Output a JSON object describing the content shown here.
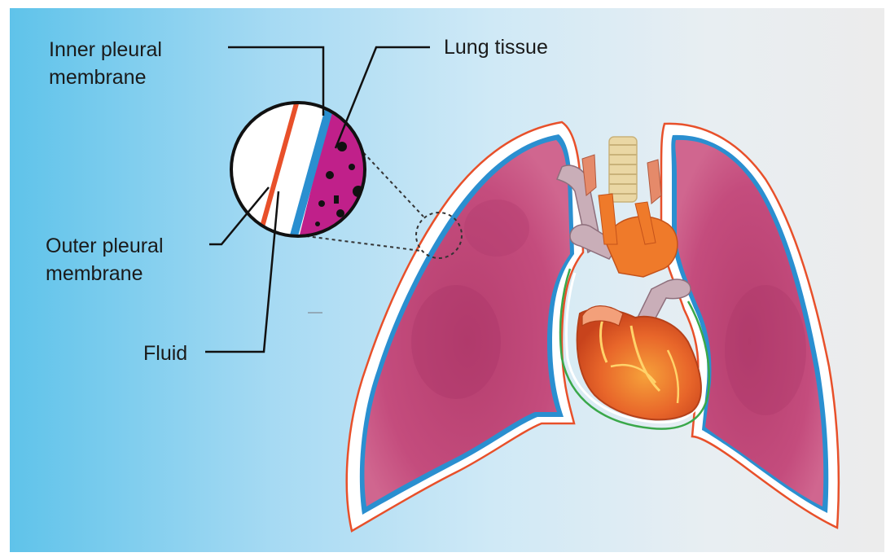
{
  "labels": {
    "inner_pleural_line1": "Inner pleural",
    "inner_pleural_line2": "membrane",
    "lung_tissue": "Lung tissue",
    "outer_pleural_line1": "Outer pleural",
    "outer_pleural_line2": "membrane",
    "fluid": "Fluid"
  },
  "colors": {
    "lung": "#c04a7a",
    "lung_dark": "#a33462",
    "pleura_blue": "#2a8fd0",
    "pleura_red": "#e8502a",
    "heart": "#e8662a",
    "vessel": "#c9aeb8",
    "trachea": "#ead7a4",
    "tissue_magenta": "#c0208a"
  }
}
